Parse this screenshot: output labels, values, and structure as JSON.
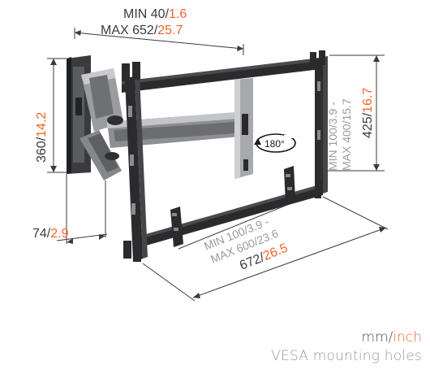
{
  "colors": {
    "accent": "#f2642a",
    "label": "#3a3a3a",
    "muted": "#9a9a9a",
    "metal": "#2b2b2d",
    "arm": "#8d8f93"
  },
  "dimensions": {
    "min_width": {
      "metric": "MIN 40/",
      "imperial": "1.6"
    },
    "max_width": {
      "metric": "MAX 652/",
      "imperial": "25.7"
    },
    "height_360": {
      "metric": "360/",
      "imperial": "14.2"
    },
    "depth_74": {
      "metric": "74/",
      "imperial": "2.9"
    },
    "width_672": {
      "metric": "672/",
      "imperial": "26.5"
    },
    "height_425": {
      "metric": "425/",
      "imperial": "16.7"
    },
    "vesa_h_min": "MIN 100/3.9 -",
    "vesa_h_max": "MAX 600/23.6",
    "vesa_v_min": "MIN 100/3.9 -",
    "vesa_v_max": "MAX 400/15.7",
    "rotation": "180°"
  },
  "legend": {
    "units_metric": "mm/",
    "units_imperial": "inch",
    "caption": "VESA mounting holes"
  },
  "icons": [
    "tv-wall-mount-illustration",
    "rotation-arrow-icon"
  ]
}
